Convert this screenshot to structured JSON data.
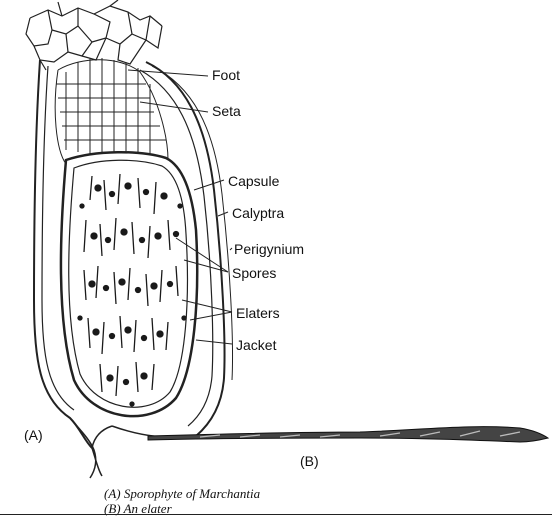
{
  "labels": {
    "foot": "Foot",
    "seta": "Seta",
    "capsule": "Capsule",
    "calyptra": "Calyptra",
    "perigynium": "Perigynium",
    "spores": "Spores",
    "elaters": "Elaters",
    "jacket": "Jacket",
    "panel_a": "(A)",
    "panel_b": "(B)"
  },
  "caption": {
    "line1": "(A) Sporophyte of Marchantia",
    "line2": "(B) An elater"
  }
}
